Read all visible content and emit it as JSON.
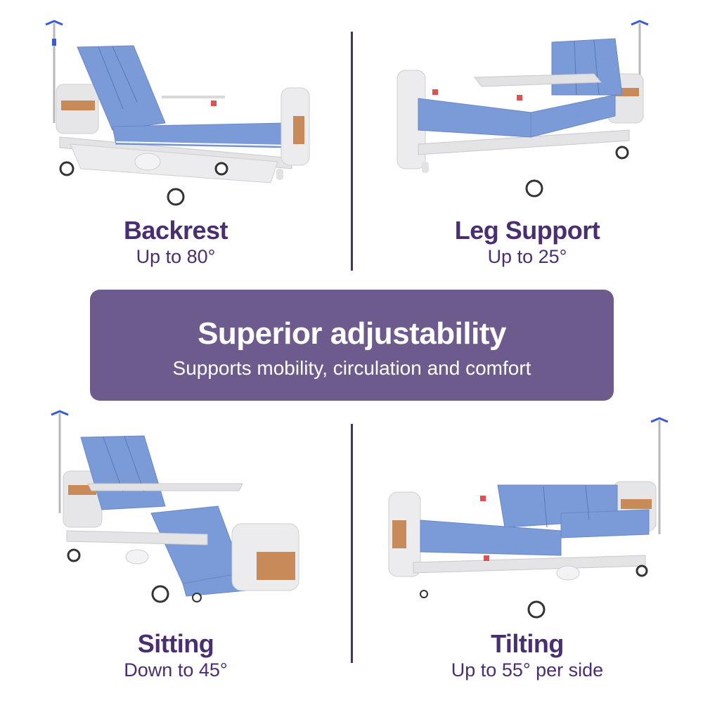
{
  "features": [
    {
      "title": "Backrest",
      "subtitle": "Up to 80°"
    },
    {
      "title": "Leg Support",
      "subtitle": "Up to 25°"
    },
    {
      "title": "Sitting",
      "subtitle": "Down to 45°"
    },
    {
      "title": "Tilting",
      "subtitle": "Up to 55° per side"
    }
  ],
  "banner": {
    "headline": "Superior adjustability",
    "subline": "Supports mobility, circulation and comfort"
  },
  "colors": {
    "accent": "#4a2e72",
    "banner_bg": "#6e5b8d",
    "mattress": "#7b9ad8",
    "frame": "#e8e8ea",
    "wood": "#c98a5a"
  },
  "images": [
    {
      "label": "hospital-bed-backrest-raised"
    },
    {
      "label": "hospital-bed-leg-support-raised"
    },
    {
      "label": "hospital-bed-sitting-position"
    },
    {
      "label": "hospital-bed-tilting-position"
    }
  ]
}
